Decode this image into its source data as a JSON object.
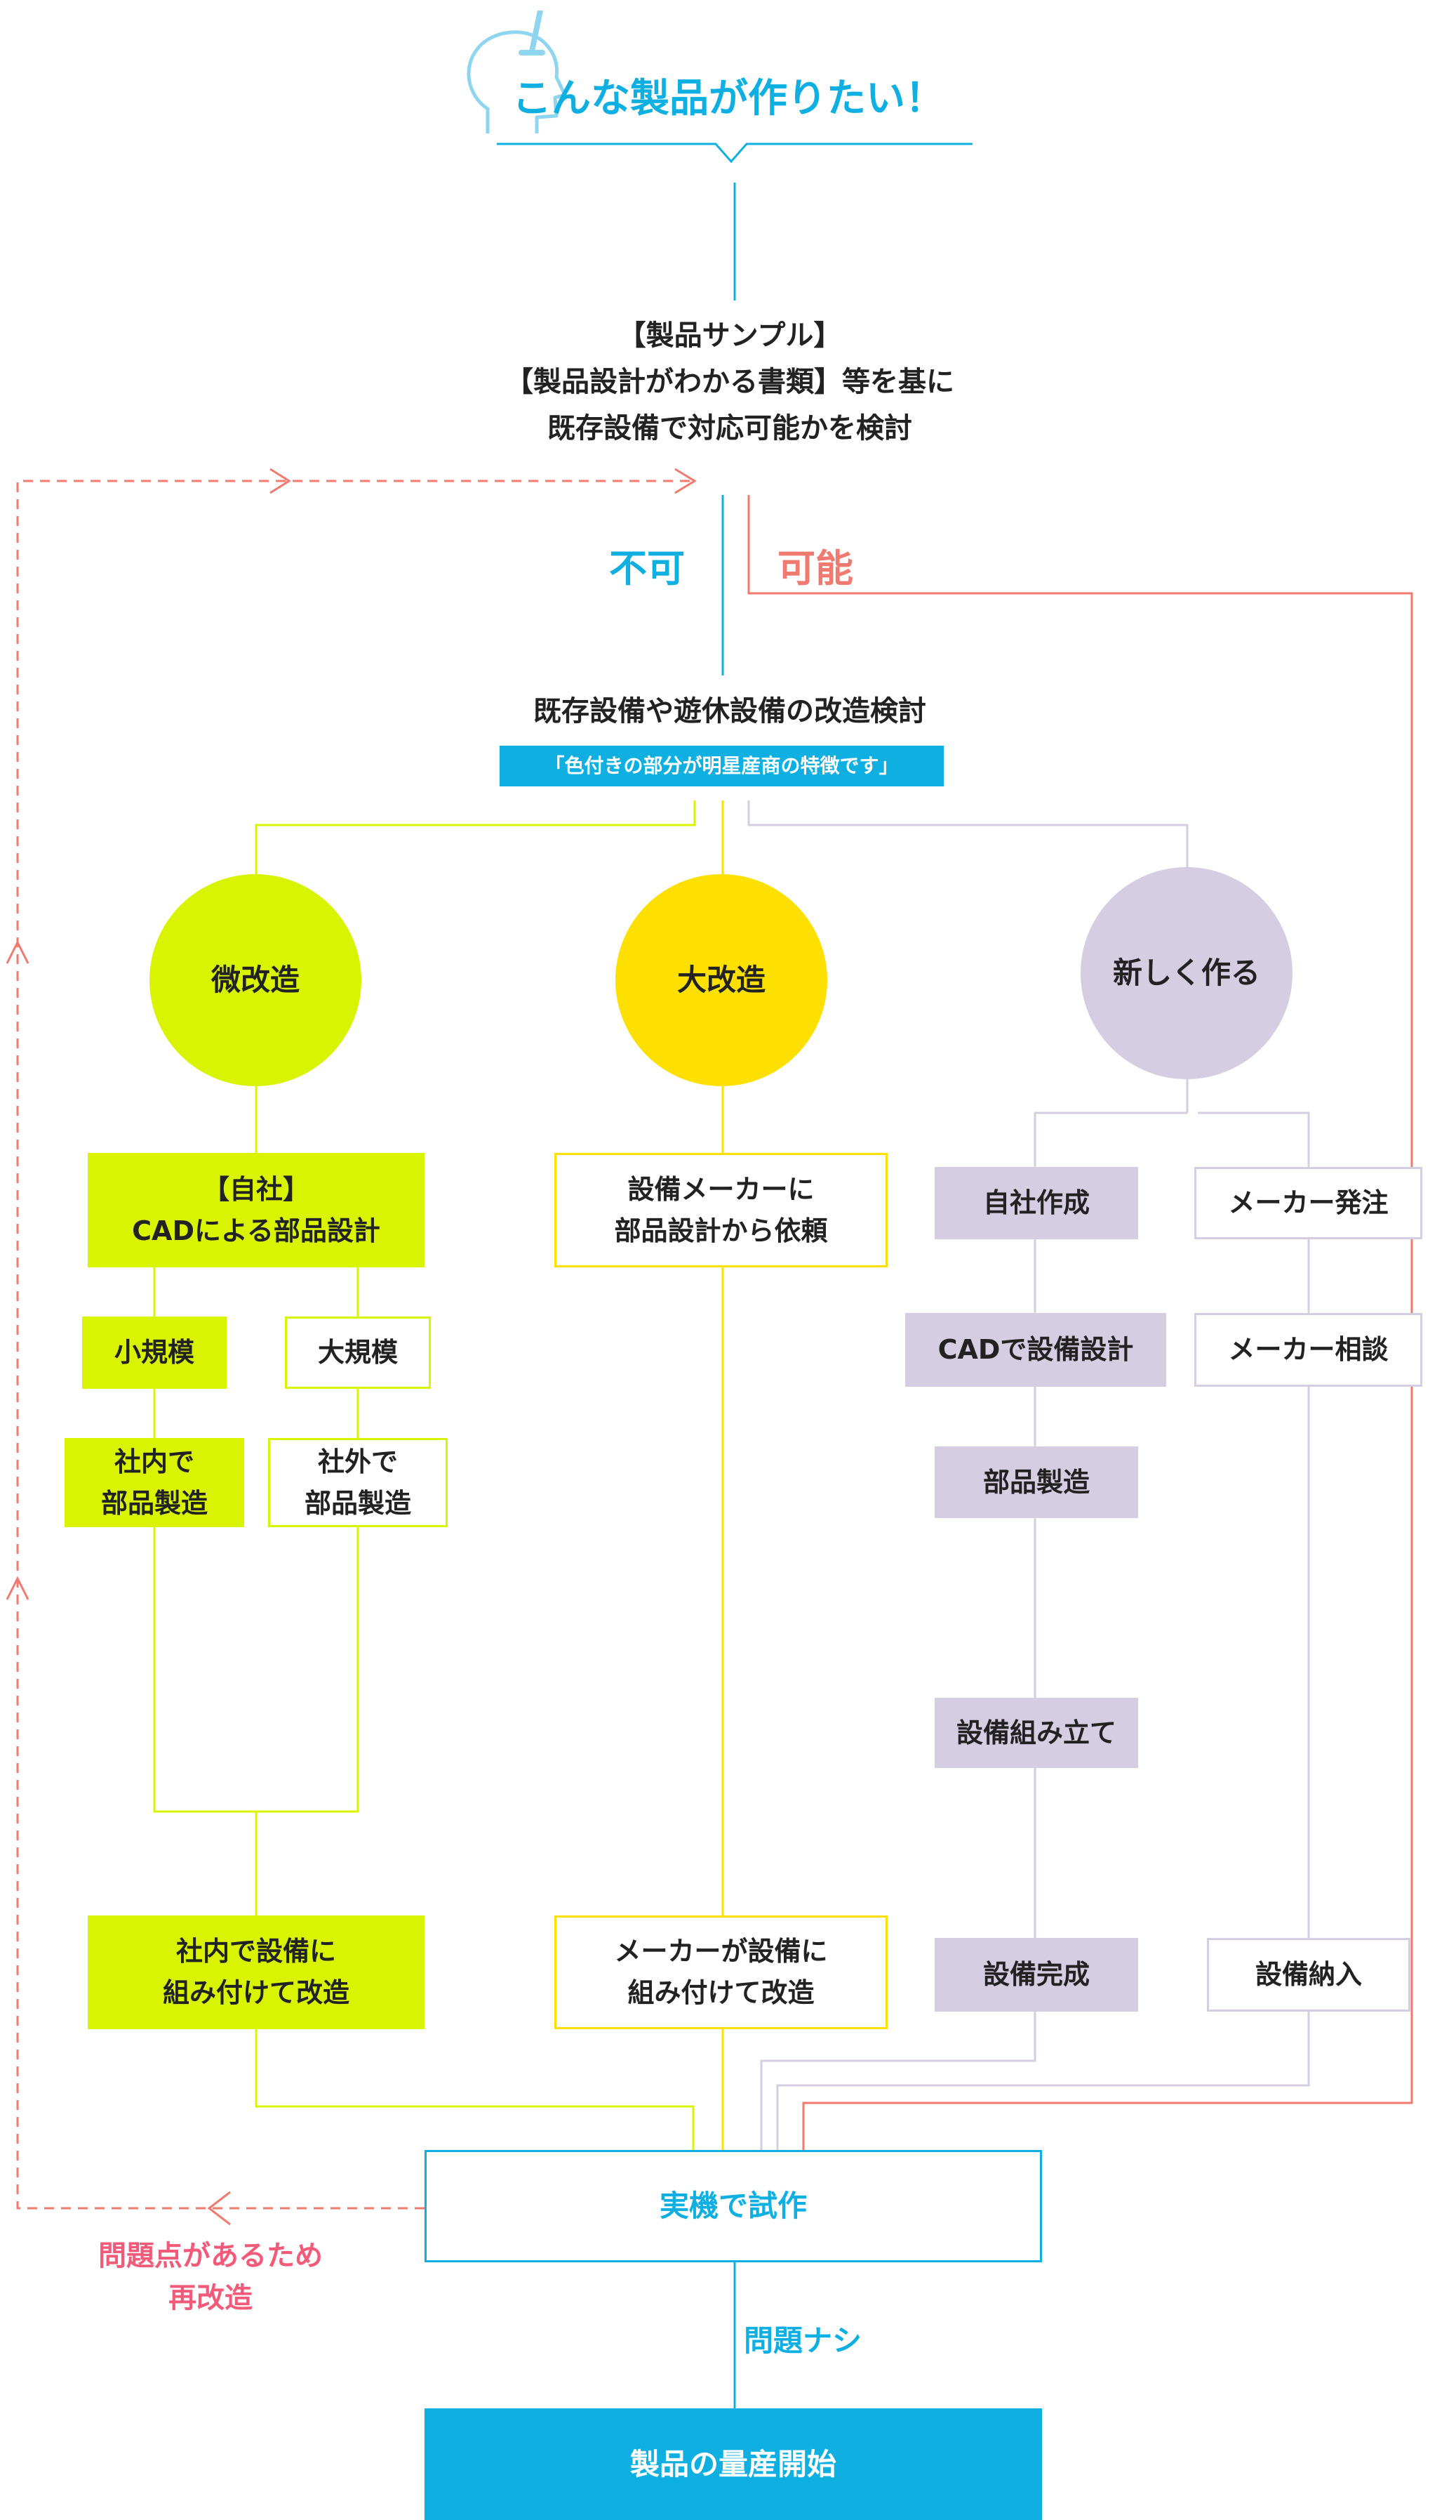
{
  "header": {
    "title": "こんな製品が作りたい！",
    "icon": "head-with-lightbulb-icon"
  },
  "start": {
    "lines": [
      "【製品サンプル】",
      "【製品設計がわかる書類】等を基に",
      "既存設備で対応可能かを検討"
    ]
  },
  "branch": {
    "no": "不可",
    "yes": "可能"
  },
  "remodel": {
    "title": "既存設備や遊休設備の改造検討",
    "badge": "「色付きの部分が明星産商の特徴です」"
  },
  "minor": {
    "circle": "微改造",
    "design": [
      "【自社】",
      "CADによる部品設計"
    ],
    "small": "小規模",
    "large": "大規模",
    "in_house_mfg": [
      "社内で",
      "部品製造"
    ],
    "outsource_mfg": [
      "社外で",
      "部品製造"
    ],
    "install": [
      "社内で設備に",
      "組み付けて改造"
    ]
  },
  "major": {
    "circle": "大改造",
    "request": [
      "設備メーカーに",
      "部品設計から依頼"
    ],
    "install": [
      "メーカーが設備に",
      "組み付けて改造"
    ]
  },
  "new_build": {
    "circle": "新しく作る",
    "self_make": "自社作成",
    "cad": "CADで設備設計",
    "parts": "部品製造",
    "assemble": "設備組み立て",
    "complete": "設備完成",
    "order": "メーカー発注",
    "consult": "メーカー相談",
    "delivery": "設備納入"
  },
  "trial": {
    "label": "実機で試作",
    "issue_note": [
      "問題点があるため",
      "再改造"
    ]
  },
  "ok_label": "問題ナシ",
  "production": {
    "label": "製品の量産開始"
  },
  "colors": {
    "blue": "#0fb0e1",
    "coral": "#f07a6f",
    "green": "#d9f400",
    "yellow": "#fde000",
    "purple": "#d5cde2",
    "pink_text": "#f25a79"
  }
}
